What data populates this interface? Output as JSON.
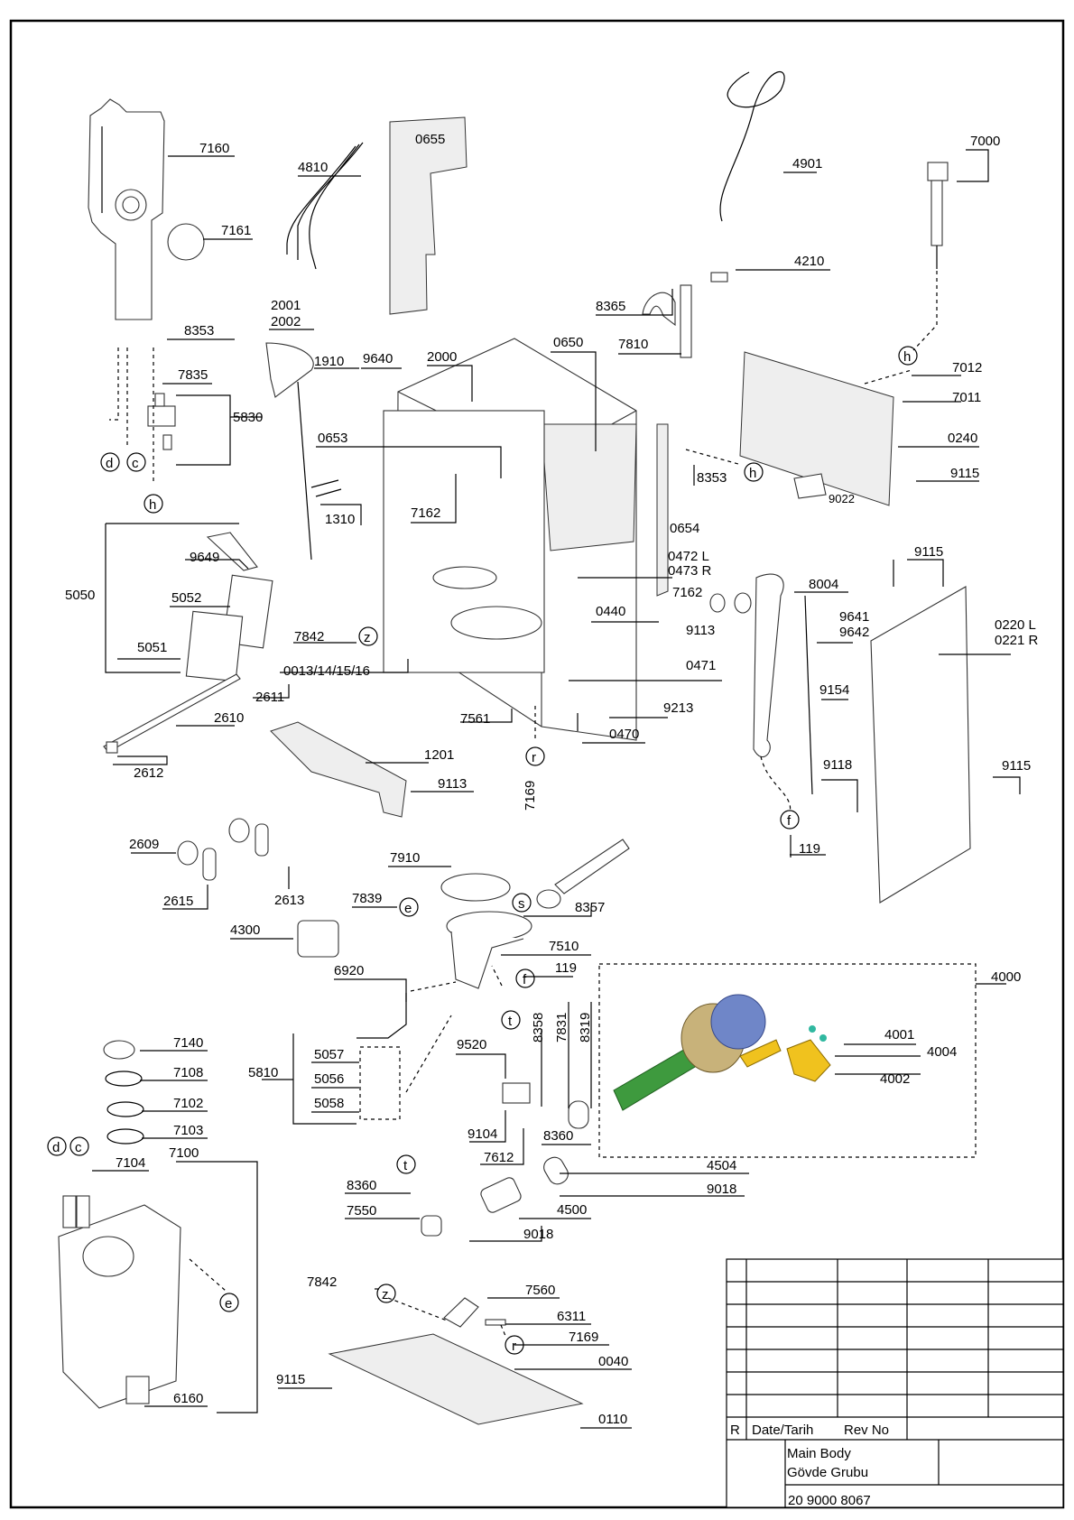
{
  "sheet": {
    "title_en": "Main Body",
    "title_tr": "Gövde Grubu",
    "code": "20 9000 8067",
    "rev_label": "R",
    "date_label": "Date/Tarih",
    "revno_label": "Rev No"
  },
  "callouts": [
    "7160",
    "7161",
    "8353",
    "7835",
    "5830",
    "4810",
    "0655",
    "2001",
    "2002",
    "1910",
    "9640",
    "2000",
    "0650",
    "0653",
    "1310",
    "7162",
    "4901",
    "7000",
    "4210",
    "8365",
    "7810",
    "7012",
    "7011",
    "0240",
    "8353",
    "9115",
    "9022",
    "0654",
    "9649",
    "5052",
    "5050",
    "5051",
    "7842",
    "0013/14/15/16",
    "2611",
    "2610",
    "2612",
    "1201",
    "9113",
    "7561",
    "7169",
    "0472 L",
    "0473 R",
    "0440",
    "7162",
    "9113",
    "0471",
    "9213",
    "0470",
    "8004",
    "9641",
    "9642",
    "9115",
    "0220 L",
    "0221 R",
    "9154",
    "9118",
    "9115",
    "119",
    "2609",
    "2615",
    "2613",
    "7910",
    "8357",
    "7839",
    "4300",
    "6920",
    "7510",
    "119",
    "4000",
    "4001",
    "4004",
    "4002",
    "7140",
    "7108",
    "7102",
    "7103",
    "7104",
    "7100",
    "5057",
    "5056",
    "5058",
    "5810",
    "9520",
    "8358",
    "7831",
    "8319",
    "9104",
    "8360",
    "7612",
    "4504",
    "9018",
    "4500",
    "8360",
    "7550",
    "9018",
    "6160",
    "7842",
    "7560",
    "6311",
    "7169",
    "0040",
    "9115",
    "0110"
  ],
  "markers": [
    "d",
    "c",
    "h",
    "h",
    "h",
    "z",
    "r",
    "f",
    "e",
    "s",
    "f",
    "t",
    "t",
    "d",
    "c",
    "e",
    "z",
    "r"
  ]
}
